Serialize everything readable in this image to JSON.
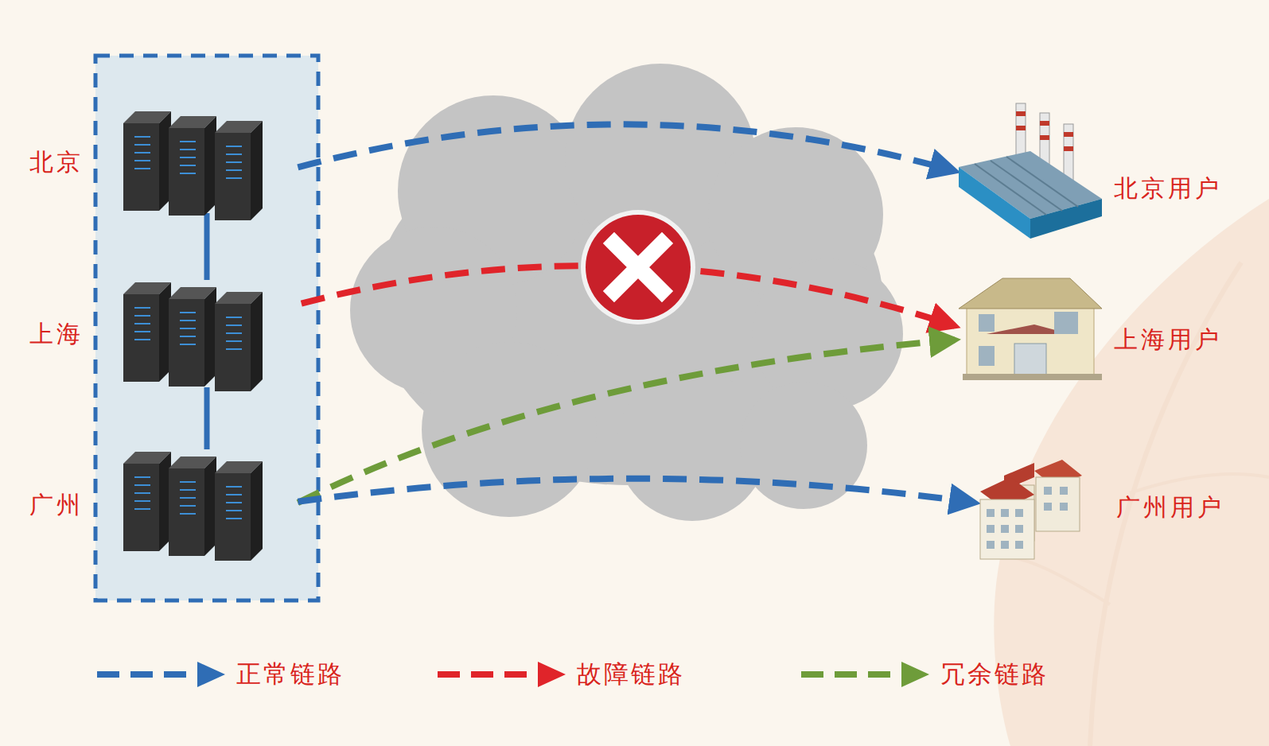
{
  "diagram": {
    "nodes": [
      {
        "text": [
          "北京"
        ]
      },
      {
        "text": [
          "上海"
        ]
      },
      {
        "text": [
          "广州"
        ]
      },
      {
        "text": [
          "北京用户"
        ]
      },
      {
        "text": [
          "上海用户"
        ]
      },
      {
        "text": [
          "广州用户"
        ]
      }
    ],
    "edges": [
      {
        "from": 0,
        "to": 3,
        "arrow": "to"
      },
      {
        "from": 1,
        "to": 4,
        "arrow": "to"
      },
      {
        "from": 2,
        "to": 4,
        "arrow": "to"
      },
      {
        "from": 2,
        "to": 5,
        "arrow": "to"
      },
      {
        "from": 0,
        "to": 1,
        "arrow": "none"
      },
      {
        "from": 1,
        "to": 2,
        "arrow": "none"
      }
    ],
    "legend": [
      {
        "text": "正常链路"
      },
      {
        "text": "故障链路"
      },
      {
        "text": "冗余链路"
      }
    ]
  }
}
